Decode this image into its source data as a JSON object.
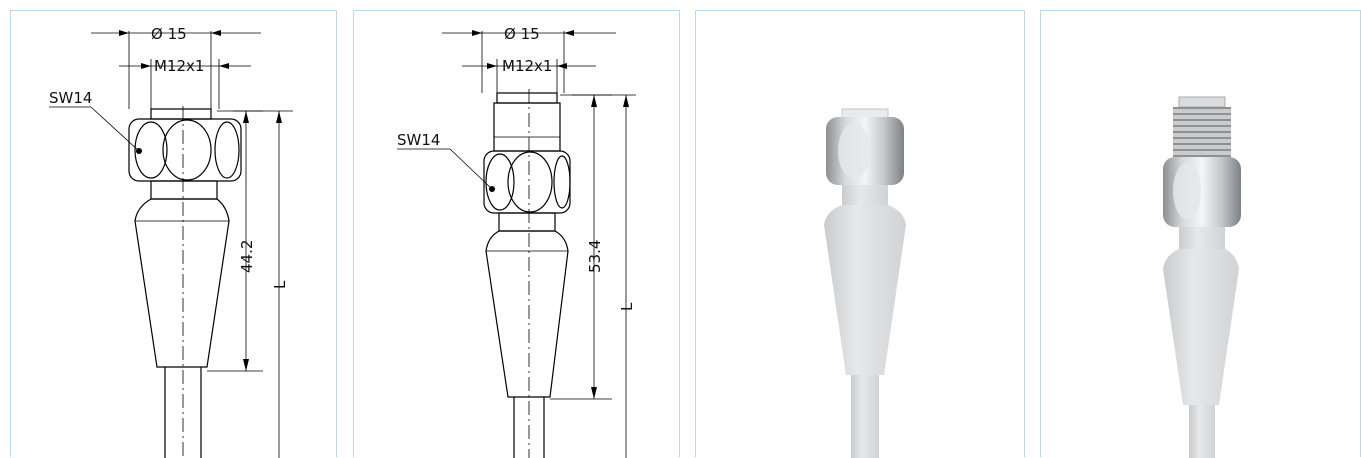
{
  "drawings": [
    {
      "diameter": "Ø 15",
      "thread": "M12x1",
      "wrench": "SW14",
      "length": "44.2",
      "total": "L"
    },
    {
      "diameter": "Ø 15",
      "thread": "M12x1",
      "wrench": "SW14",
      "length": "53.4",
      "total": "L"
    }
  ],
  "colors": {
    "panel_border": "#bcd9ea",
    "cable": "#e3e5e7",
    "metal": "#c7c9cb"
  }
}
